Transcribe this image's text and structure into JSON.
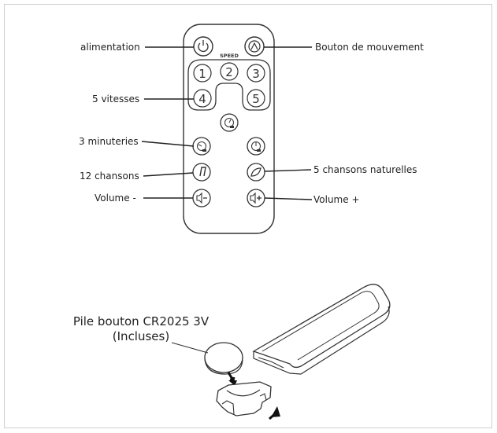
{
  "remote": {
    "speed_label": "SPEED",
    "speed_buttons": [
      "1",
      "2",
      "3",
      "4",
      "5"
    ]
  },
  "callouts": {
    "power": "alimentation",
    "speeds": "5 vitesses",
    "timers": "3 minuteries",
    "songs": "12 chansons",
    "volume_down": "Volume -",
    "motion": "Bouton de mouvement",
    "nature_songs": "5 chansons naturelles",
    "volume_up": "Volume +"
  },
  "battery": {
    "line1": "Pile bouton CR2025 3V",
    "line2": "(Incluses)"
  }
}
